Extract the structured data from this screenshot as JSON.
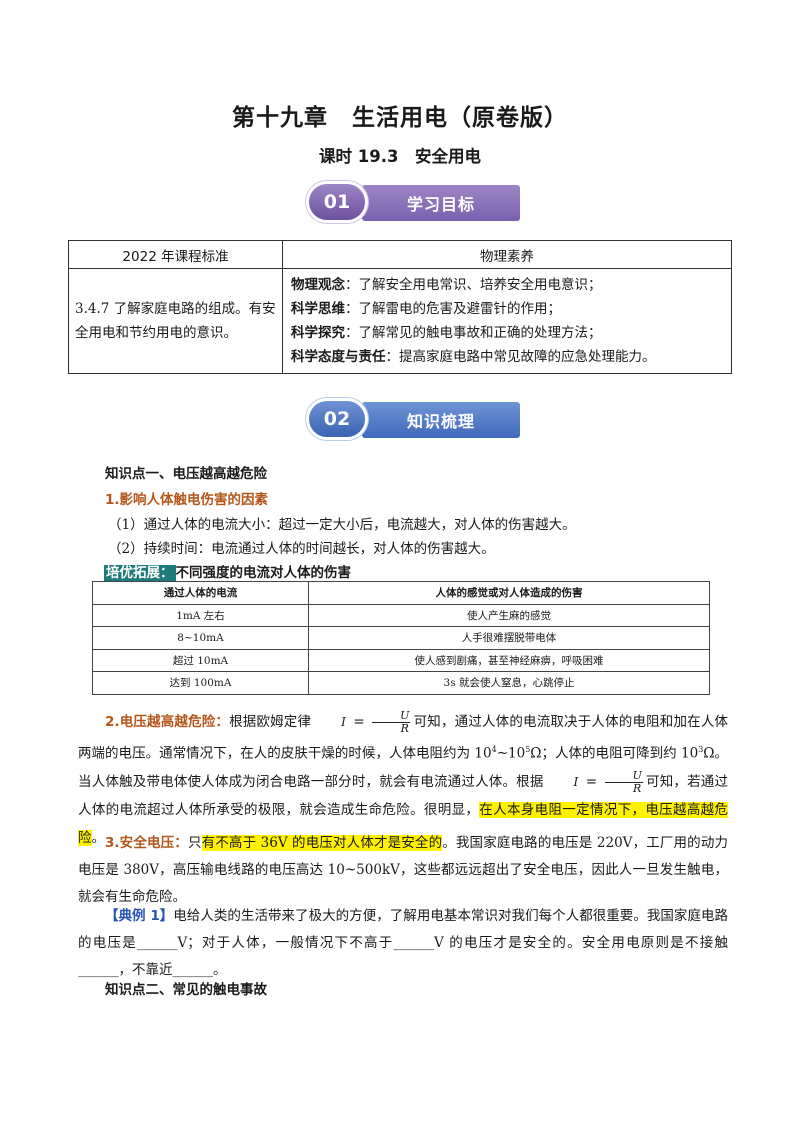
{
  "header": {
    "title": "第十九章　生活用电（原卷版）",
    "subtitle": "课时 19.3　安全用电"
  },
  "section1": {
    "number": "01",
    "label": "学习目标"
  },
  "standards_table": {
    "head_left": "2022 年课程标准",
    "head_right": "物理素养",
    "left_text": "3.4.7 了解家庭电路的组成。有安全用电和节约用电的意识。",
    "items": [
      {
        "label": "物理观念",
        "text": "：了解安全用电常识、培养安全用电意识；"
      },
      {
        "label": "科学思维",
        "text": "：了解雷电的危害及避雷针的作用；"
      },
      {
        "label": "科学探究",
        "text": "：了解常见的触电事故和正确的处理方法；"
      },
      {
        "label": "科学态度与责任",
        "text": "：提高家庭电路中常见故障的应急处理能力。"
      }
    ]
  },
  "section2": {
    "number": "02",
    "label": "知识梳理"
  },
  "knowledge1": {
    "heading": "知识点一、电压越高越危险",
    "sub1": "1.影响人体触电伤害的因素",
    "line1": "（1）通过人体的电流大小：超过一定大小后，电流越大，对人体的伤害越大。",
    "line2": "（2）持续时间：电流通过人体的时间越长，对人体的伤害越大。",
    "ext_tag": "培优拓展：",
    "ext_title": "不同强度的电流对人体的伤害",
    "current_table": {
      "headers": [
        "通过人体的电流",
        "人体的感觉或对人体造成的伤害"
      ],
      "rows": [
        [
          "1mA 左右",
          "使人产生麻的感觉"
        ],
        [
          "8~10mA",
          "人手很难摆脱带电体"
        ],
        [
          "超过 10mA",
          "使人感到剧痛，甚至神经麻痹，呼吸困难"
        ],
        [
          "达到 100mA",
          "3s 就会使人窒息，心跳停止"
        ]
      ]
    },
    "p2_label": "2.电压越高越危险：",
    "p2_a": "根据欧姆定律",
    "p2_b": "可知，通过人体的电流取决于人体的电阻和加在人体两端的电压。通常情况下，在人的皮肤干燥的时候，人体电阻约为 10",
    "p2_exp1": "4",
    "p2_c": "~10",
    "p2_exp2": "5",
    "p2_d": "Ω；人体的电阻可降到约 10",
    "p2_exp3": "3",
    "p2_e": "Ω。当人体触及带电体使人体成为闭合电路一部分时，就会有电流通过人体。根据",
    "p2_f": "可知，若通过人体的电流超过人体所承受的极限，就会造成生命危险。很明显，",
    "p2_hl": "在人本身电阻一定情况下，电压越高越危险",
    "p2_g": "。",
    "formula": {
      "lhs": "I",
      "eq": " = ",
      "num": "U",
      "den": "R"
    },
    "p3_label": "3.安全电压：",
    "p3_a": "只",
    "p3_hl": "有不高于 36V 的电压对人体才是安全的",
    "p3_b": "。我国家庭电路的电压是 220V，工厂用的动力电压是 380V，高压输电线路的电压高达 10~500kV，这些都远远超出了安全电压，因此人一旦发生触电，就会有生命危险。",
    "ex_label": "【典例 1】",
    "ex_text": "电给人类的生活带来了极大的方便，了解用电基本常识对我们每个人都很重要。我国家庭电路的电压是______V；对于人体，一般情况下不高于______V 的电压才是安全的。安全用电原则是不接触 ______，不靠近______。"
  },
  "knowledge2": {
    "heading": "知识点二、常见的触电事故"
  }
}
